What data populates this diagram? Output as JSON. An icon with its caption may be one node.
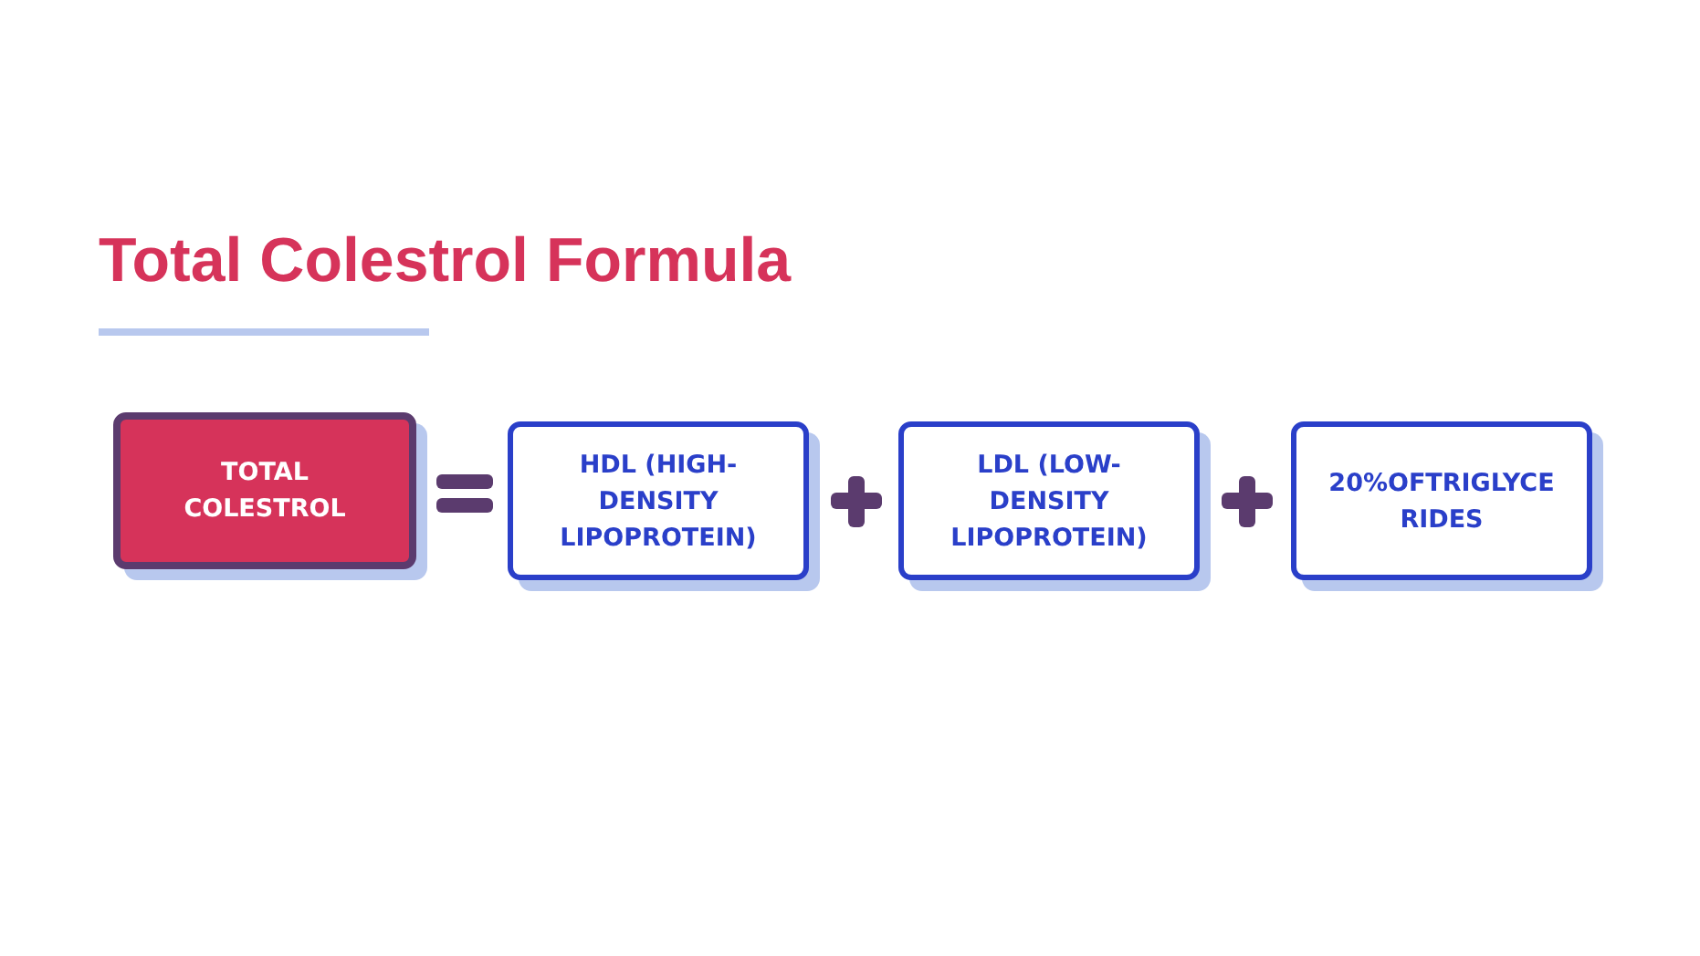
{
  "diagram": {
    "title": "Total Colestrol Formula",
    "nodes": [
      {
        "text": [
          "TOTAL COLESTROL"
        ]
      },
      {
        "text": [
          "HDL (HIGH-DENSITY LIPOPROTEIN)"
        ]
      },
      {
        "text": [
          "LDL (LOW-DENSITY LIPOPROTEIN)"
        ]
      },
      {
        "text": [
          "20%OFTRIGLYCE RIDES"
        ]
      }
    ]
  }
}
